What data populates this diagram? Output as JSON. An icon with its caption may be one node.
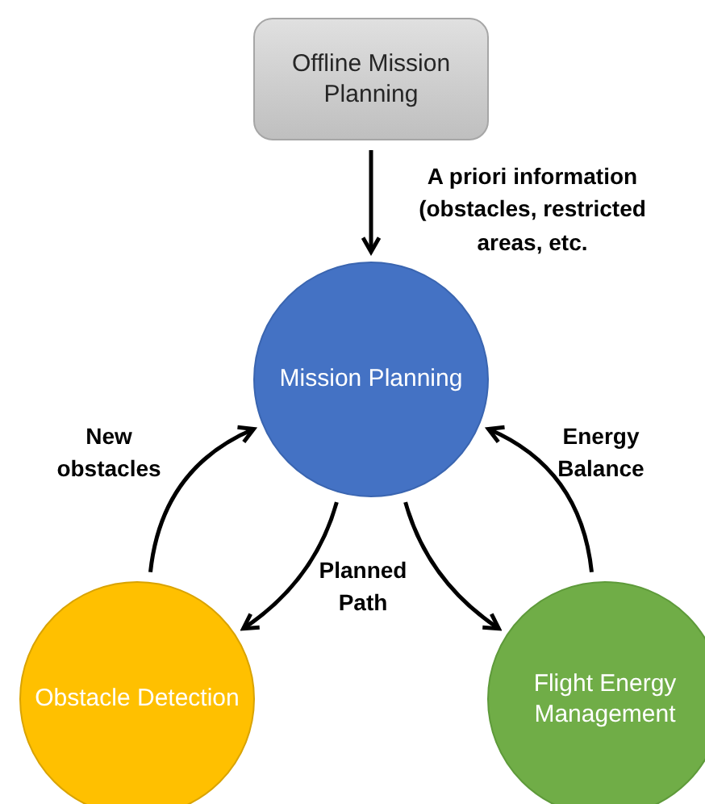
{
  "diagram": {
    "nodes": [
      {
        "text": [
          "Offline Mission Planning"
        ]
      },
      {
        "text": [
          "Mission Planning"
        ]
      },
      {
        "text": [
          "Obstacle Detection"
        ]
      },
      {
        "text": [
          "Flight Energy Management"
        ]
      }
    ],
    "edges": [
      {
        "from": 0,
        "to": 1,
        "arrow": "to",
        "label": "A priori information (obstacles, restricted areas, etc."
      },
      {
        "from": 2,
        "to": 1,
        "arrow": "to",
        "label": "New obstacles"
      },
      {
        "from": 1,
        "to": 2,
        "arrow": "to"
      },
      {
        "from": 1,
        "to": 3,
        "arrow": "to"
      },
      {
        "from": 3,
        "to": 1,
        "arrow": "to",
        "label": "Energy Balance"
      }
    ],
    "labels": [
      "Planned Path"
    ]
  }
}
